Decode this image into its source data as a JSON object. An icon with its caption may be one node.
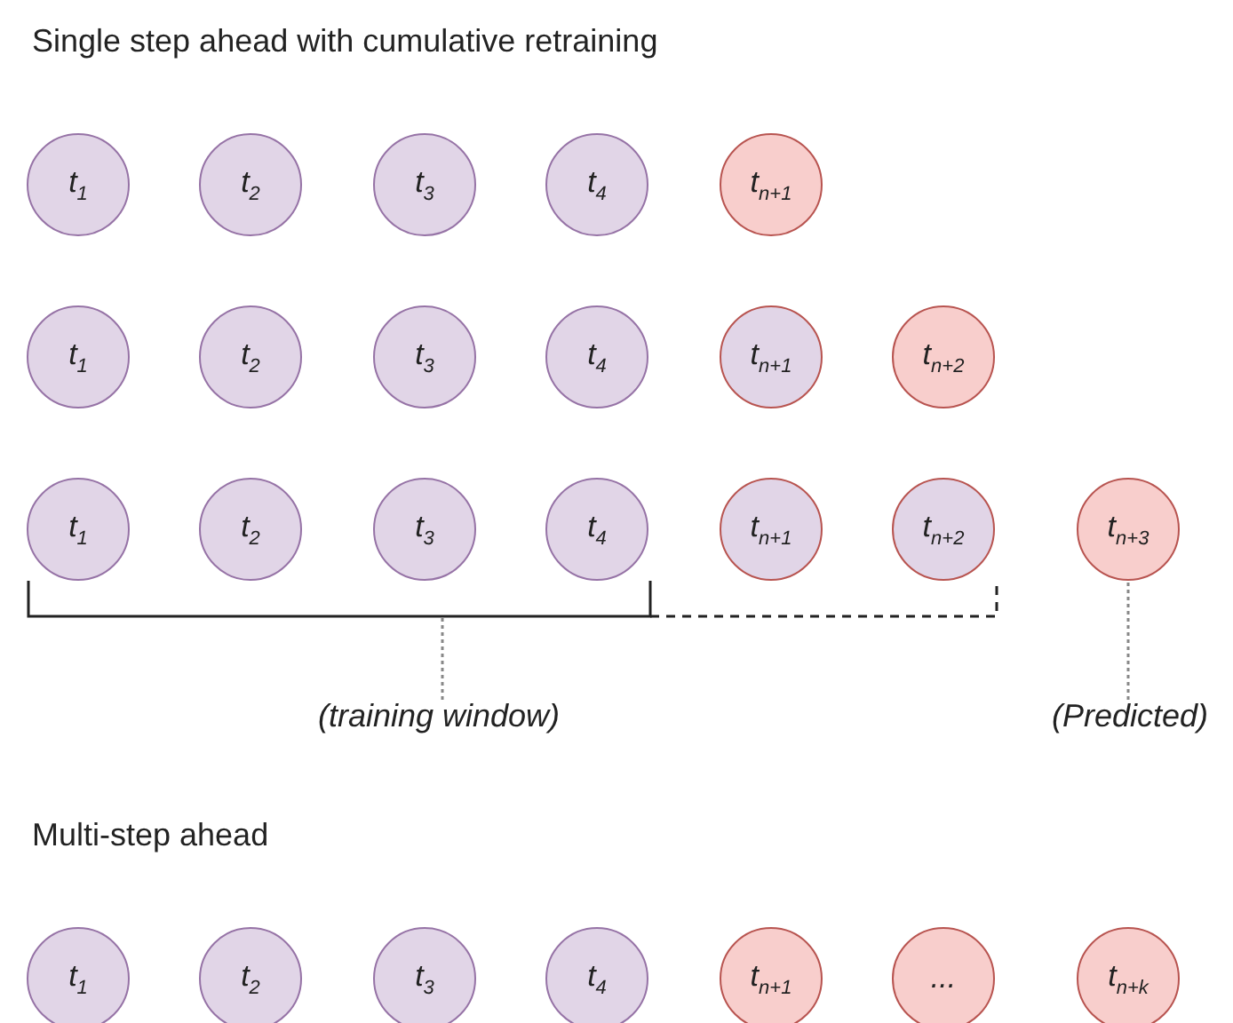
{
  "diagram": {
    "nodes": [
      {
        "text": [
          "t$_{1}$"
        ]
      },
      {
        "text": [
          "t$_{2}$"
        ]
      },
      {
        "text": [
          "t$_{3}$"
        ]
      },
      {
        "text": [
          "t$_{4}$"
        ]
      },
      {
        "text": [
          "t$_{n+1}$"
        ]
      },
      {
        "text": [
          "t$_{1}$"
        ]
      },
      {
        "text": [
          "t$_{2}$"
        ]
      },
      {
        "text": [
          "t$_{3}$"
        ]
      },
      {
        "text": [
          "t$_{4}$"
        ]
      },
      {
        "text": [
          "t$_{n+1}$"
        ]
      },
      {
        "text": [
          "t$_{n+2}$"
        ]
      },
      {
        "text": [
          "t$_{1}$"
        ]
      },
      {
        "text": [
          "t$_{2}$"
        ]
      },
      {
        "text": [
          "t$_{3}$"
        ]
      },
      {
        "text": [
          "t$_{4}$"
        ]
      },
      {
        "text": [
          "t$_{n+1}$"
        ]
      },
      {
        "text": [
          "t$_{n+2}$"
        ]
      },
      {
        "text": [
          "t$_{n+3}$"
        ]
      },
      {
        "text": [],
        "shape": "bracket"
      },
      {
        "text": [
          "(training window)"
        ]
      },
      {
        "text": [
          "(Predicted)"
        ]
      },
      {
        "text": [
          "t$_{1}$"
        ]
      },
      {
        "text": [
          "t$_{2}$"
        ]
      },
      {
        "text": [
          "t$_{3}$"
        ]
      },
      {
        "text": [
          "t$_{4}$"
        ]
      },
      {
        "text": [
          "t$_{n+1}$"
        ]
      },
      {
        "text": [
          "..."
        ]
      },
      {
        "text": [
          "t$_{n+k}$"
        ]
      }
    ],
    "edges": [
      {
        "from": 19,
        "to": 18,
        "arrow": "none",
        "style": "dashed"
      },
      {
        "from": 20,
        "to": 17,
        "arrow": "none",
        "style": "dashed"
      }
    ],
    "labels": [
      "Single step ahead with cumulative retraining",
      "Multi-step ahead"
    ]
  }
}
